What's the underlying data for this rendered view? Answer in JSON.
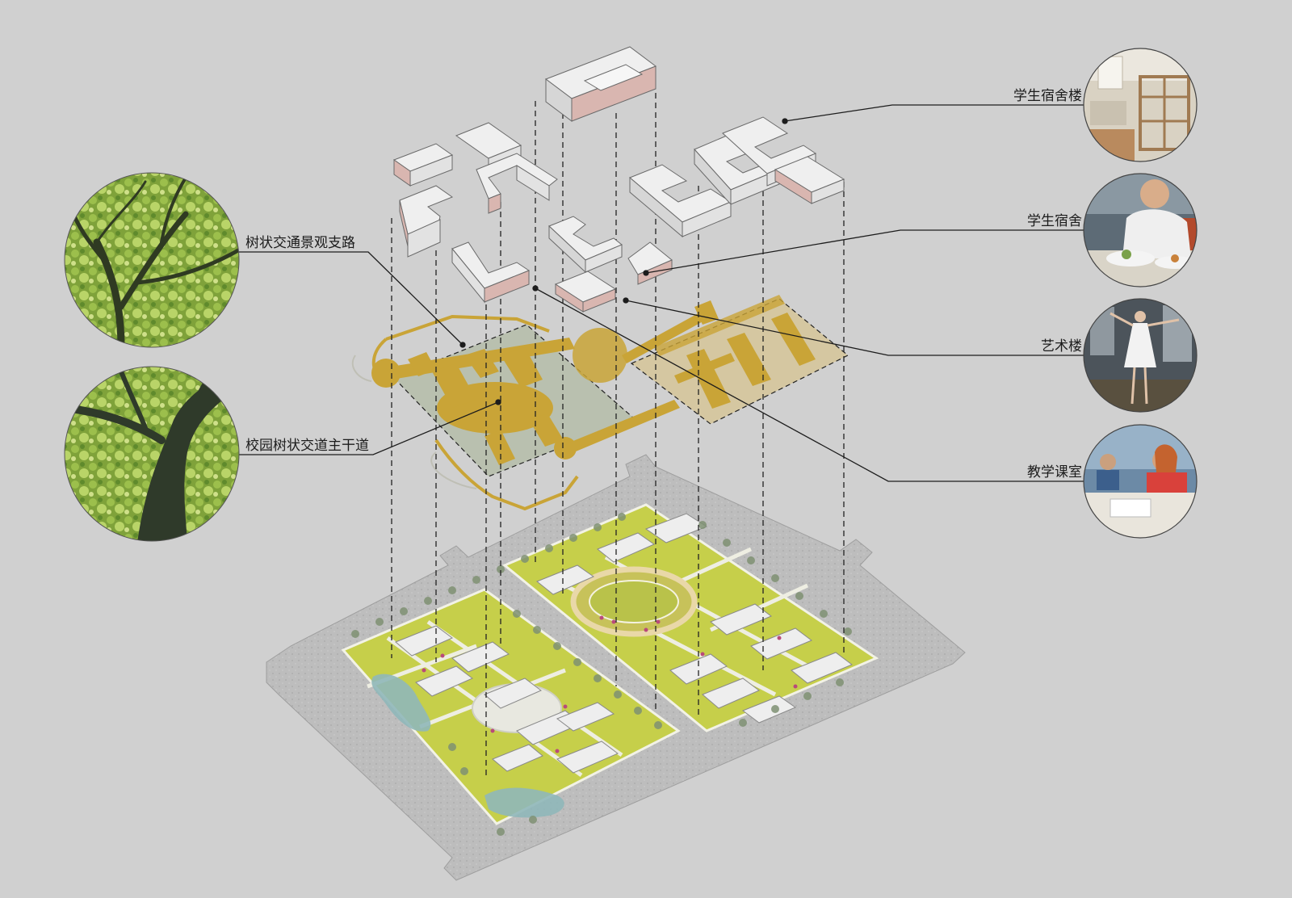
{
  "labels": {
    "branch_road": "树状交通景观支路",
    "main_road": "校园树状交道主干道",
    "dorm_building": "学生宿舍楼",
    "dorm": "学生宿舍",
    "art_building": "艺术楼",
    "classroom": "教学课室"
  },
  "photos": {
    "tree_canopy": "tree-canopy-photo",
    "tree_trunk": "tree-trunk-photo",
    "dorm_room": "dorm-room-photo",
    "dining": "student-dining-photo",
    "dance": "dance-studio-photo",
    "classroom": "classroom-photo"
  },
  "colors": {
    "background": "#d0d0d0",
    "road_gray": "#bdbdbd",
    "lawn_green": "#c6cf4a",
    "path_gold": "#c9a437",
    "zone_green": "#aab59a",
    "zone_tan": "#d9c07a",
    "building_white": "#ececec",
    "building_pink": "#d8a9a9",
    "leader_line": "#1c1c1c"
  }
}
